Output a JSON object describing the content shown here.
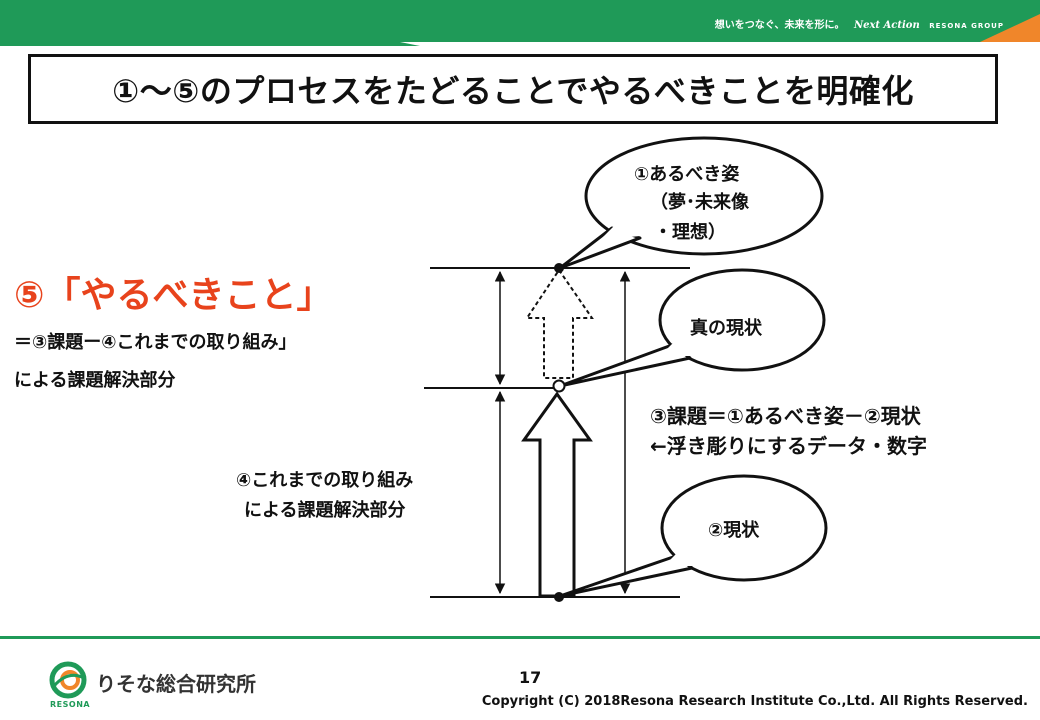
{
  "header": {
    "slogan": "想いをつなぐ、未来を形に。",
    "brand": "Next Action",
    "group": "RESONA GROUP"
  },
  "title": "①～⑤のプロセスをたどることでやるべきことを明確化",
  "step5": {
    "heading": "⑤「やるべきこと」",
    "line1": "＝③課題ー④これまでの取り組み」",
    "line2": "による課題解決部分"
  },
  "bubbles": {
    "ideal": [
      "①あるべき姿",
      "（夢･未来像",
      "・理想）"
    ],
    "true_state": "真の現状",
    "current": "②現状"
  },
  "gap": {
    "line1": "③課題＝①あるべき姿－②現状",
    "line2": "←浮き彫りにするデータ・数字"
  },
  "solved": {
    "line1": "④これまでの取り組み",
    "line2": "による課題解決部分"
  },
  "footer": {
    "logo_name": "りそな総合研究所",
    "logo_sub": "RESONA",
    "page_number": "17",
    "copyright": "Copyright (C) 2018Resona Research Institute Co.,Ltd. All Rights Reserved."
  },
  "colors": {
    "accent_green": "#1f9a58",
    "accent_orange": "#e8431c",
    "header_tab_orange": "#f0862a"
  }
}
